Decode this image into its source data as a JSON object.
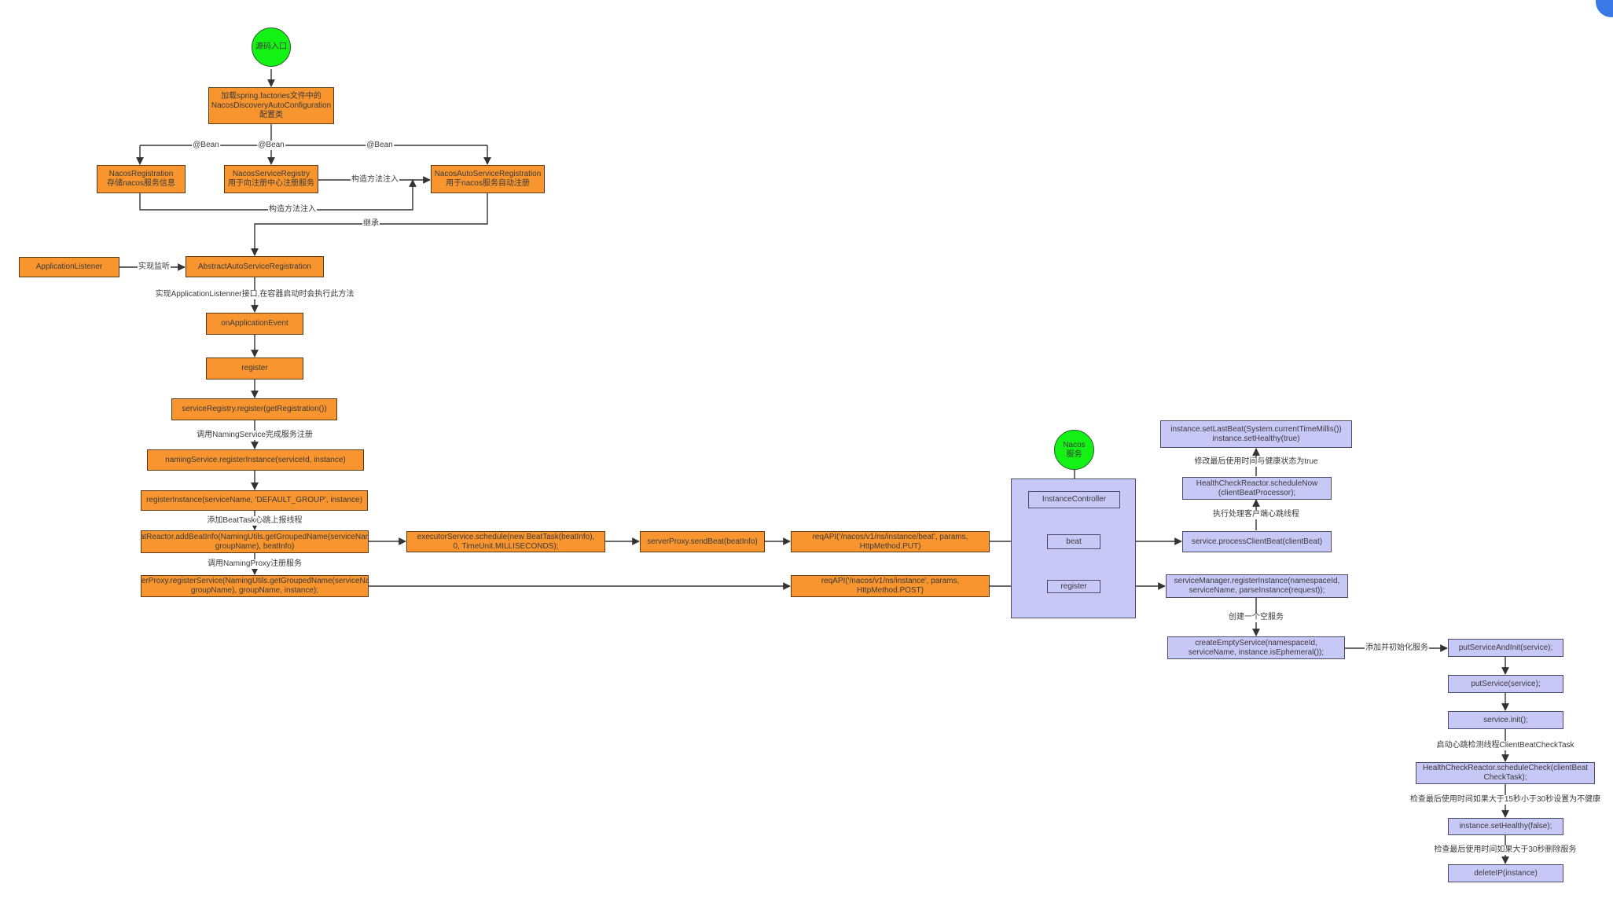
{
  "nodes": {
    "src_entry": "源码入口",
    "load_factories": "加载spring.factories文件中的\nNacosDiscoveryAutoConfiguration\n配置类",
    "nacos_registration": "NacosRegistration\n存储nacos服务信息",
    "nacos_service_registry": "NacosServiceRegistry\n用于向注册中心注册服务",
    "nacos_auto_service_registration": "NacosAutoServiceRegistration\n用于nacos服务自动注册",
    "application_listener": "ApplicationListener",
    "abstract_auto_service_registration": "AbstractAutoServiceRegistration",
    "on_application_event": "onApplicationEvent",
    "register": "register",
    "service_registry_register": "serviceRegistry.register(getRegistration())",
    "naming_service_register_instance": "namingService.registerInstance(serviceId, instance)",
    "register_instance": "registerInstance(serviceName, 'DEFAULT_GROUP', instance)",
    "beat_reactor_add_beat_info": "beatReactor.addBeatInfo(NamingUtils.getGroupedName(serviceName, groupName), beatInfo)",
    "server_proxy_register_service": "serverProxy.registerService(NamingUtils.getGroupedName(serviceName, groupName), groupName, instance);",
    "executor_service_schedule": "executorService.schedule(new BeatTask(beatInfo),\n0, TimeUnit.MILLISECONDS);",
    "server_proxy_send_beat": "serverProxy.sendBeat(beatInfo)",
    "req_api_beat": "reqAPI('/nacos/v1/ns/instance/beat', params,\nHttpMethod.PUT)",
    "req_api_instance": "reqAPI('/nacos/v1/ns/instance', params,\nHttpMethod.POST)",
    "nacos_service": "Nacos\n服务",
    "instance_controller": "InstanceController",
    "beat": "beat",
    "register_endpoint": "register",
    "set_last_beat": "instance.setLastBeat(System.currentTimeMillis())\ninstance.setHealthy(true)",
    "schedule_now": "HealthCheckReactor.scheduleNow\n(clientBeatProcessor);",
    "process_client_beat": "service.processClientBeat(clientBeat)",
    "service_manager_register_instance": "serviceManager.registerInstance(namespaceId,\nserviceName, parseInstance(request));",
    "create_empty_service": "createEmptyService(namespaceId,\nserviceName, instance.isEphemeral());",
    "put_service_and_init": "putServiceAndInit(service);",
    "put_service": "putService(service);",
    "service_init": "service.init();",
    "schedule_check": "HealthCheckReactor.scheduleCheck(clientBeat\nCheckTask);",
    "set_healthy_false": "instance.setHealthy(false);",
    "delete_ip": "deleteIP(instance)"
  },
  "edge_labels": {
    "bean_1": "@Bean",
    "bean_2": "@Bean",
    "bean_3": "@Bean",
    "constructor_inject_1": "构造方法注入",
    "constructor_inject_2": "构造方法注入",
    "extends": "继承",
    "implements_listener": "实现监听",
    "implements_listener_interface": "实现ApplicationListenner接口,在容器启动时会执行此方法",
    "call_naming_service": "调用NamingService完成服务注册",
    "add_beat_task": "添加BeatTask心跳上报线程",
    "call_naming_proxy": "调用NamingProxy注册服务",
    "update_last_used": "修改最后使用时间与健康状态为true",
    "handle_heartbeat": "执行处理客户端心跳线程",
    "create_empty": "创建一个空服务",
    "add_and_init": "添加并初始化服务",
    "start_heartbeat_check": "启动心跳检测线程ClientBeatCheckTask",
    "check_unhealthy": "检查最后使用时间如果大于15秒小于30秒设置为不健康",
    "check_delete": "检查最后使用时间如果大于30秒删除服务"
  },
  "colors": {
    "orange": "#f8952f",
    "blue": "#c8c8f7",
    "green": "#14f114",
    "badge": "#3b78e7"
  }
}
